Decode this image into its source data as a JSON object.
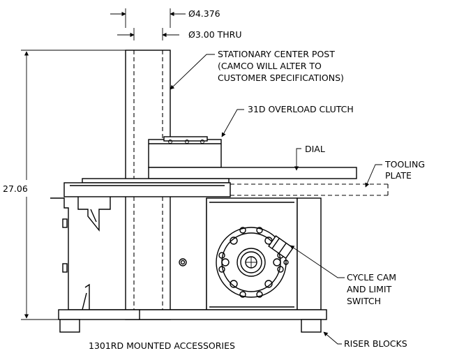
{
  "dimensions": {
    "outer_diameter": "Ø4.376",
    "bore_diameter": "Ø3.00 THRU",
    "overall_height": "27.06"
  },
  "callouts": {
    "center_post": [
      "STATIONARY CENTER POST",
      "(CAMCO WILL ALTER TO",
      "CUSTOMER SPECIFICATIONS)"
    ],
    "clutch": [
      "31D OVERLOAD CLUTCH"
    ],
    "dial": [
      "DIAL"
    ],
    "tooling_plate": [
      "TOOLING",
      "PLATE"
    ],
    "cycle_cam": [
      "CYCLE CAM",
      "AND LIMIT",
      "SWITCH"
    ],
    "riser_blocks": [
      "RISER BLOCKS"
    ]
  },
  "caption": "1301RD MOUNTED ACCESSORIES"
}
